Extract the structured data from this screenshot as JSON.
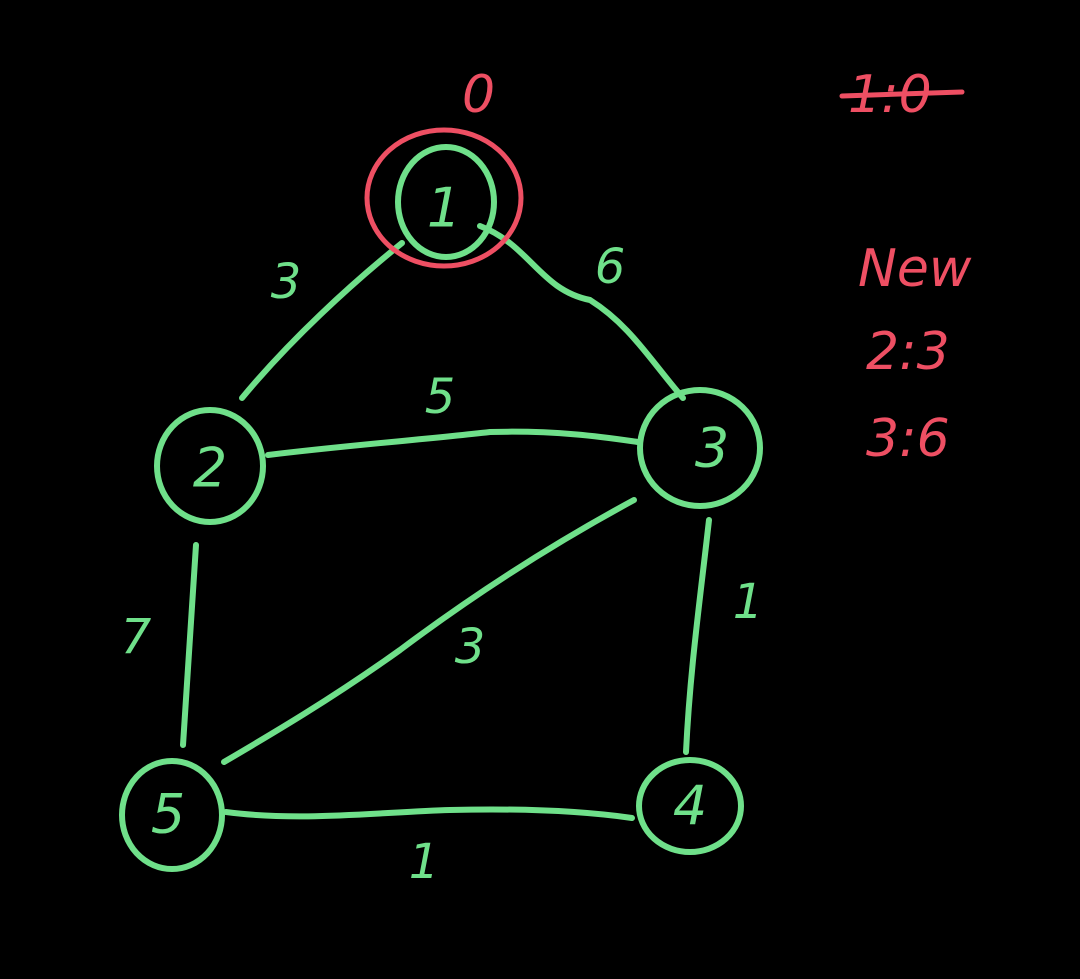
{
  "colors": {
    "background": "#000000",
    "graph": "#6fe08a",
    "highlight": "#ee4f63"
  },
  "graph": {
    "nodes": [
      {
        "id": "1",
        "label": "1"
      },
      {
        "id": "2",
        "label": "2"
      },
      {
        "id": "3",
        "label": "3"
      },
      {
        "id": "4",
        "label": "4"
      },
      {
        "id": "5",
        "label": "5"
      }
    ],
    "edges": [
      {
        "from": "1",
        "to": "2",
        "weight": "3"
      },
      {
        "from": "1",
        "to": "3",
        "weight": "6"
      },
      {
        "from": "2",
        "to": "3",
        "weight": "5"
      },
      {
        "from": "2",
        "to": "5",
        "weight": "7"
      },
      {
        "from": "3",
        "to": "5",
        "weight": "3"
      },
      {
        "from": "3",
        "to": "4",
        "weight": "1"
      },
      {
        "from": "5",
        "to": "4",
        "weight": "1"
      }
    ],
    "source_node": "1",
    "source_distance": "0"
  },
  "notes": {
    "crossed_out": "1:0",
    "heading": "New",
    "entries": [
      "2:3",
      "3:6"
    ]
  }
}
